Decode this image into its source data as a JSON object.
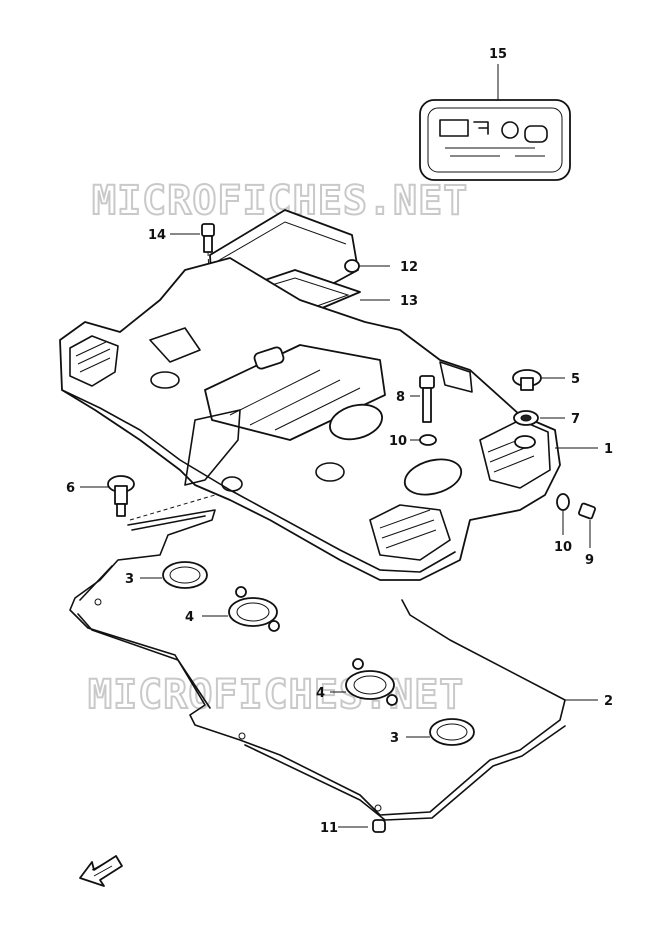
{
  "watermark": "MICROFICHES.NET",
  "callouts": {
    "c1": "1",
    "c2": "2",
    "c3a": "3",
    "c3b": "3",
    "c4a": "4",
    "c4b": "4",
    "c5": "5",
    "c6": "6",
    "c7": "7",
    "c8": "8",
    "c9": "9",
    "c10a": "10",
    "c10b": "10",
    "c11": "11",
    "c12": "12",
    "c13": "13",
    "c14": "14",
    "c15": "15"
  }
}
